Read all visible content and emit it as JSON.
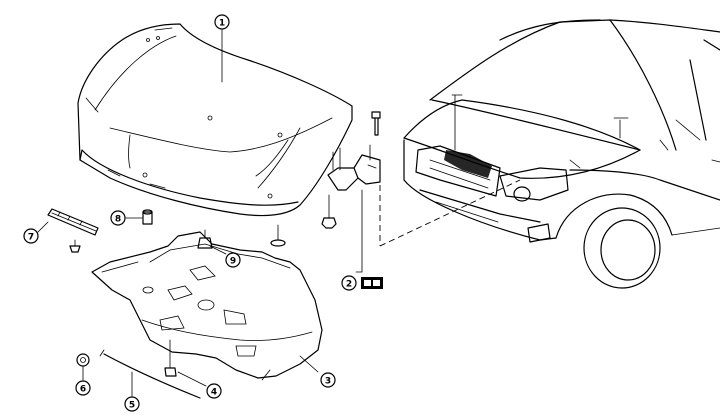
{
  "callouts": [
    {
      "id": "1",
      "label": "1",
      "part": "hood"
    },
    {
      "id": "2",
      "label": "2",
      "part": "hood-hinge"
    },
    {
      "id": "3",
      "label": "3",
      "part": "engine-undercover"
    },
    {
      "id": "4",
      "label": "4",
      "part": "undercover-clip"
    },
    {
      "id": "5",
      "label": "5",
      "part": "hood-rod"
    },
    {
      "id": "6",
      "label": "6",
      "part": "grommet"
    },
    {
      "id": "7",
      "label": "7",
      "part": "hood-seal"
    },
    {
      "id": "8",
      "label": "8",
      "part": "bumper-rubber"
    },
    {
      "id": "9",
      "label": "9",
      "part": "hood-clip"
    }
  ],
  "icons": {
    "hinge-note": "grease-symbol"
  },
  "colors": {
    "line": "#000000",
    "background": "#ffffff"
  }
}
